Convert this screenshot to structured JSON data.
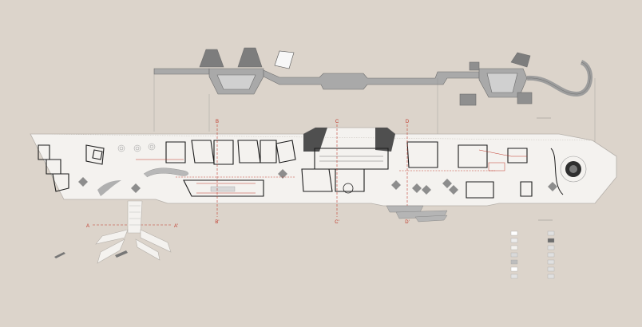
{
  "colors": {
    "background": "#dcd4cb",
    "plan_fill": "#f4f2ef",
    "upper_fill": "#a9a9a9",
    "wall": "#1c1c1c",
    "annotation": "#c0392b",
    "tree": "#8d8d8d"
  },
  "section_markers": {
    "top": [
      "B",
      "C",
      "D"
    ],
    "bottom": [
      "B'",
      "C'",
      "D'"
    ],
    "left_end": "A",
    "right_end": "A'"
  },
  "legend": {
    "items": [
      {
        "swatch": "#ffffff",
        "left": "",
        "right": ""
      },
      {
        "swatch": "#ececec",
        "left": "",
        "right": ""
      },
      {
        "swatch": "#f4f2ef",
        "left": "",
        "right": ""
      },
      {
        "swatch": "#d9d9d9",
        "left": "",
        "right": ""
      },
      {
        "swatch": "#bdbdbd",
        "left": "",
        "right": ""
      },
      {
        "swatch": "#ffffff",
        "left": "",
        "right": ""
      },
      {
        "swatch": "#e3e3e3",
        "left": "",
        "right": ""
      }
    ]
  }
}
